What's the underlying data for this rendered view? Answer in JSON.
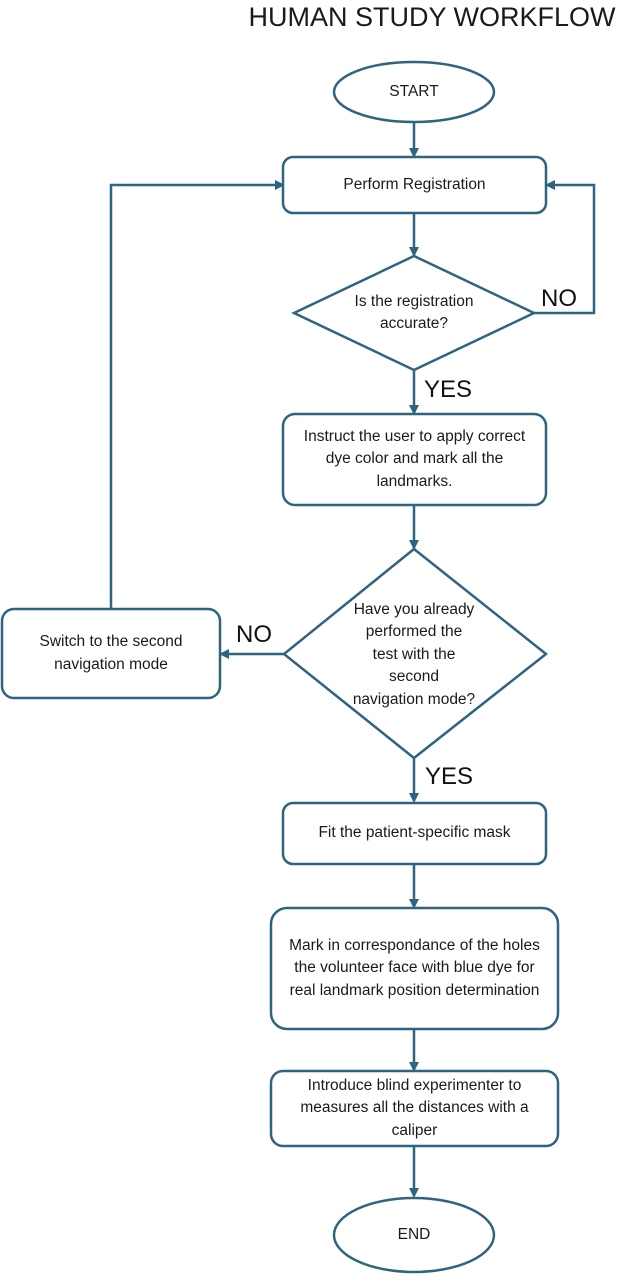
{
  "title": "HUMAN STUDY WORKFLOW",
  "colors": {
    "stroke": "#2f6480",
    "fill": "#ffffff",
    "text": "#1a1a1a"
  },
  "nodes": {
    "start": {
      "label": "START"
    },
    "registration": {
      "label": "Perform Registration"
    },
    "accuracy_check": {
      "label": "Is the registration accurate?"
    },
    "instruct": {
      "label": "Instruct the user to apply correct dye color and mark all the landmarks."
    },
    "second_mode_check": {
      "label": "Have you already performed the test with the second navigation mode?"
    },
    "switch_mode": {
      "label": "Switch to the second navigation mode"
    },
    "fit_mask": {
      "label": "Fit the patient-specific mask"
    },
    "mark_holes": {
      "label": "Mark in correspondance of the holes the volunteer face with blue dye for real landmark position determination"
    },
    "blind_experimenter": {
      "label": "Introduce blind experimenter to measures all the distances with a caliper"
    },
    "end": {
      "label": "END"
    }
  },
  "edges": {
    "accuracy_no": "NO",
    "accuracy_yes": "YES",
    "second_mode_no": "NO",
    "second_mode_yes": "YES"
  }
}
